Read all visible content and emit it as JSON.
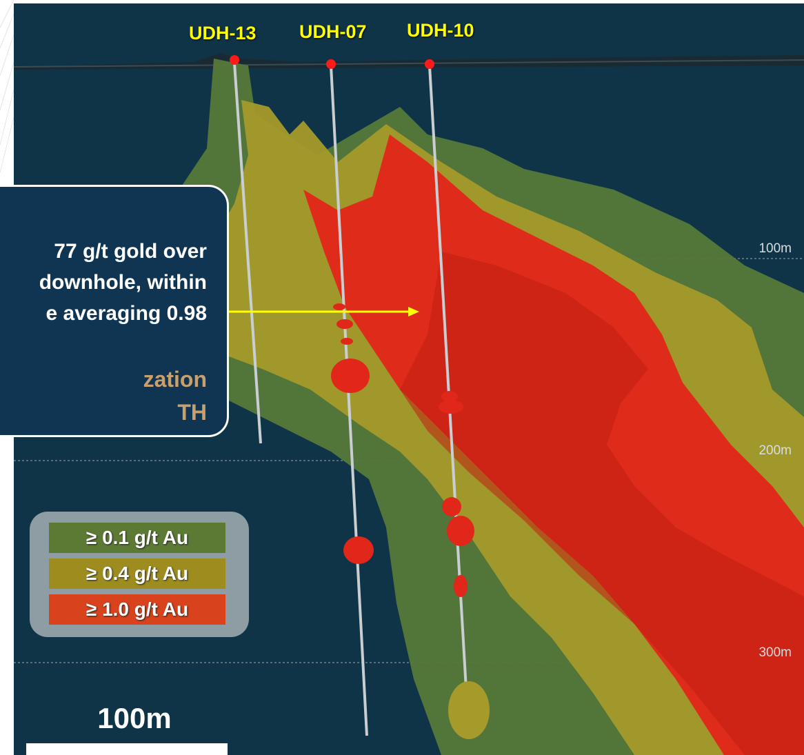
{
  "drill_holes": [
    {
      "name": "UDH-13"
    },
    {
      "name": "UDH-07"
    },
    {
      "name": "UDH-10"
    }
  ],
  "depth_markers": [
    "100m",
    "200m",
    "300m"
  ],
  "callout": {
    "lines": [
      "77 g/t gold over",
      "downhole, within",
      "e averaging 0.98"
    ],
    "sub_lines": [
      "zation",
      "TH"
    ]
  },
  "legend": {
    "items": [
      {
        "label": "≥ 0.1 g/t Au",
        "color": "#5c7a34"
      },
      {
        "label": "≥ 0.4 g/t Au",
        "color": "#9e8c1f"
      },
      {
        "label": "≥ 1.0 g/t Au",
        "color": "#d8421c"
      }
    ]
  },
  "scale_bar": {
    "label": "100m"
  },
  "colors": {
    "background": "#0f3447",
    "zone_low": "#56793a",
    "zone_mid": "#a59a2a",
    "zone_high": "#e1261a",
    "arrow": "#ffff00",
    "collar": "#ff1a1a"
  }
}
